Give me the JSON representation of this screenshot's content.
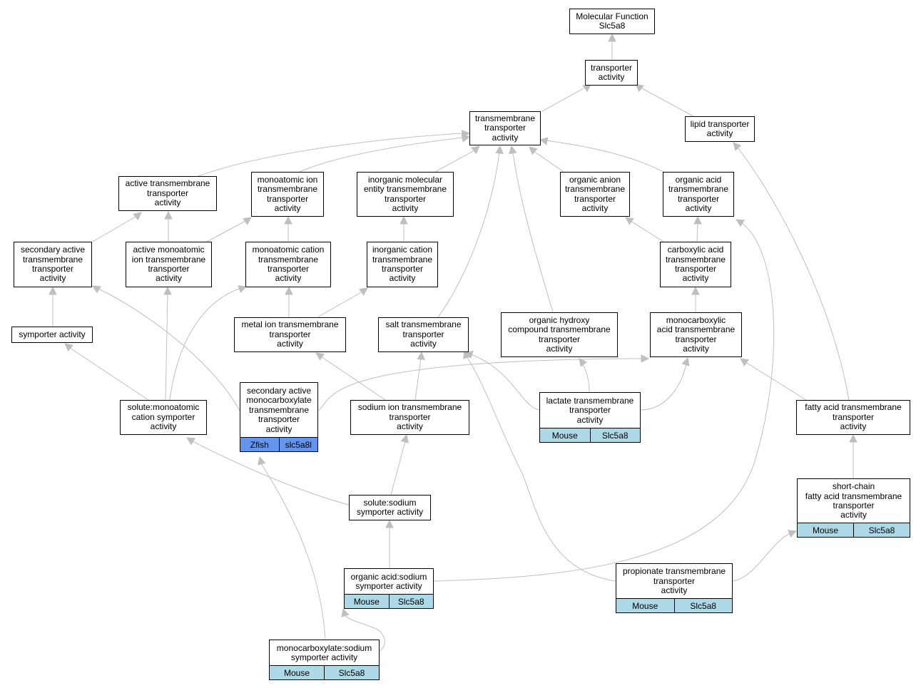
{
  "colors": {
    "edge": "#bfbfbf",
    "mouse_fill": "#add8e6",
    "zfish_fill": "#6495ed",
    "node_border": "#000000"
  },
  "nodes": {
    "root": "Molecular Function\nSlc5a8",
    "transporter": "transporter\nactivity",
    "transmembrane": "transmembrane\ntransporter\nactivity",
    "lipid": "lipid transporter\nactivity",
    "active_tm": "active transmembrane\ntransporter\nactivity",
    "mono_ion": "monoatomic ion\ntransmembrane\ntransporter\nactivity",
    "inorg_mol": "inorganic molecular\nentity transmembrane\ntransporter\nactivity",
    "org_anion": "organic anion\ntransmembrane\ntransporter\nactivity",
    "org_acid": "organic acid\ntransmembrane\ntransporter\nactivity",
    "sec_active": "secondary active\ntransmembrane\ntransporter\nactivity",
    "active_mono_ion": "active monoatomic\nion transmembrane\ntransporter\nactivity",
    "mono_cation": "monoatomic cation\ntransmembrane\ntransporter\nactivity",
    "inorg_cation": "inorganic cation\ntransmembrane\ntransporter\nactivity",
    "carboxylic": "carboxylic acid\ntransmembrane\ntransporter\nactivity",
    "symporter": "symporter activity",
    "metal_ion": "metal ion transmembrane\ntransporter\nactivity",
    "salt": "salt transmembrane\ntransporter\nactivity",
    "org_hydroxy": "organic hydroxy\ncompound transmembrane\ntransporter\nactivity",
    "monocarboxylic": "monocarboxylic\nacid transmembrane\ntransporter\nactivity",
    "solute_mono_cation": "solute:monoatomic\ncation symporter\nactivity",
    "sec_active_mono": "secondary active\nmonocarboxylate\ntransmembrane\ntransporter\nactivity",
    "sodium_ion": "sodium ion transmembrane\ntransporter\nactivity",
    "lactate": "lactate transmembrane\ntransporter\nactivity",
    "fatty_acid": "fatty acid transmembrane\ntransporter\nactivity",
    "solute_sodium": "solute:sodium\nsymporter activity",
    "short_chain": "short-chain\nfatty acid transmembrane\ntransporter\nactivity",
    "org_acid_sodium": "organic acid:sodium\nsymporter activity",
    "propionate": "propionate transmembrane\ntransporter\nactivity",
    "monocarboxylate_sodium": "monocarboxylate:sodium\nsymporter activity"
  },
  "annotations": {
    "sec_active_mono": {
      "species": "Zfish",
      "gene": "slc5a8l"
    },
    "lactate": {
      "species": "Mouse",
      "gene": "Slc5a8"
    },
    "short_chain": {
      "species": "Mouse",
      "gene": "Slc5a8"
    },
    "org_acid_sodium": {
      "species": "Mouse",
      "gene": "Slc5a8"
    },
    "propionate": {
      "species": "Mouse",
      "gene": "Slc5a8"
    },
    "monocarboxylate_sodium": {
      "species": "Mouse",
      "gene": "Slc5a8"
    }
  }
}
